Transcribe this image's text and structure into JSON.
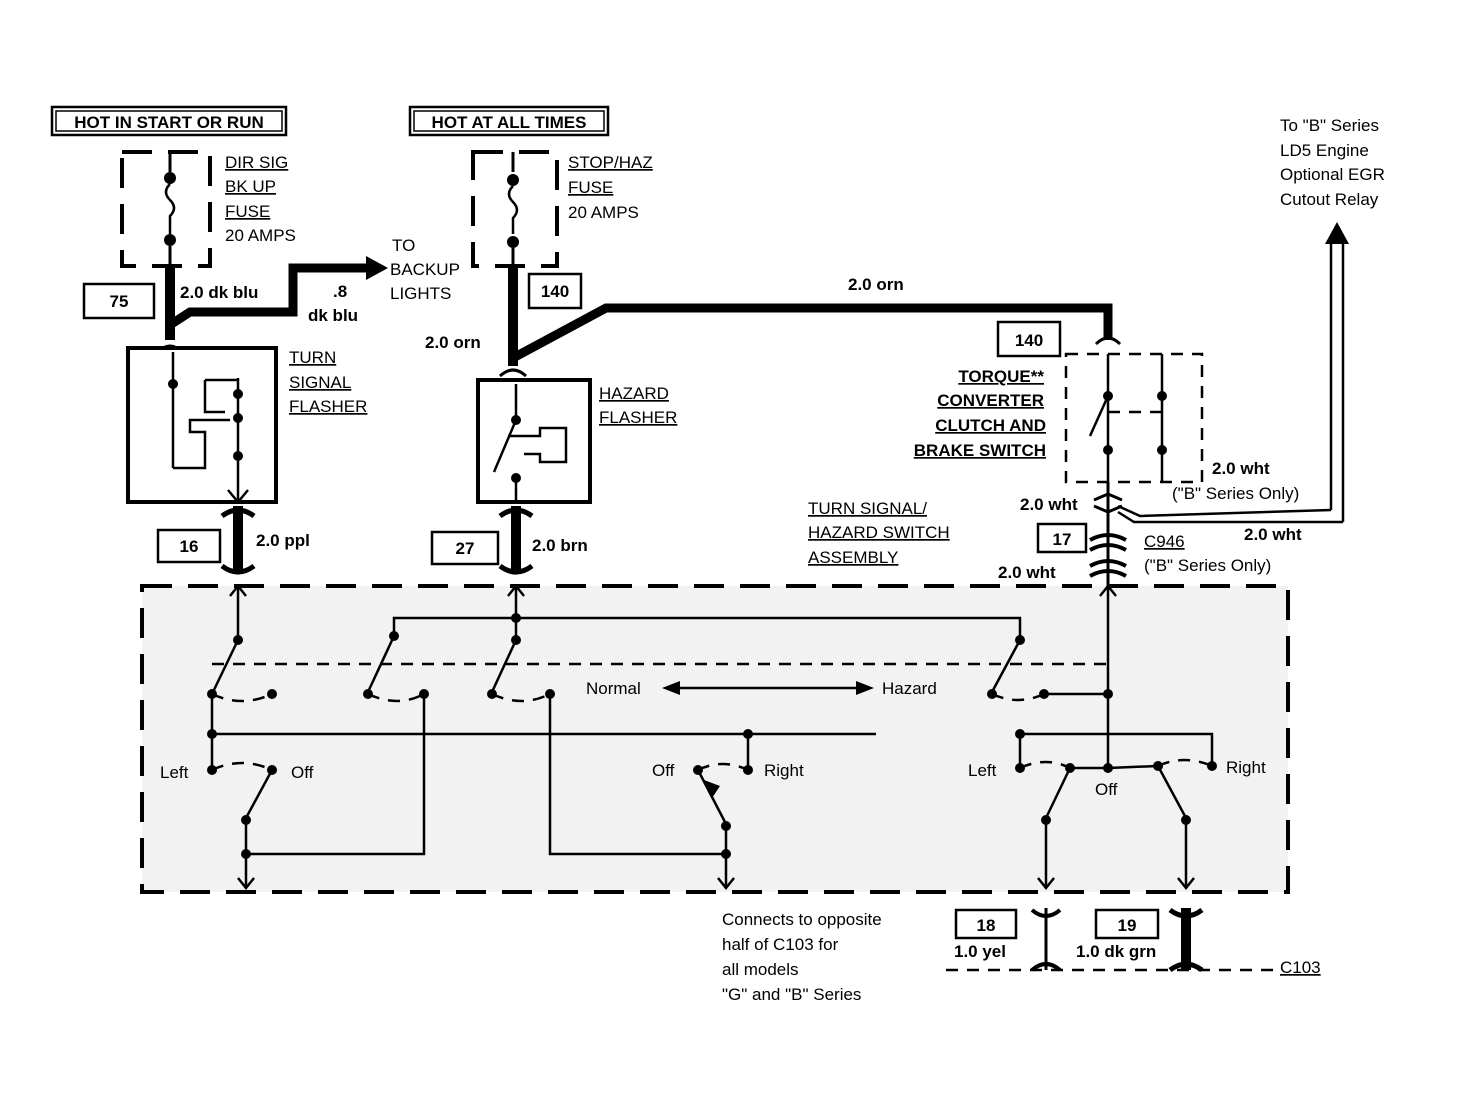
{
  "labels": {
    "hot_start_run": "HOT IN START OR RUN",
    "hot_all_times": "HOT AT ALL TIMES",
    "dir_sig_fuse": [
      "DIR SIG",
      "BK UP",
      "FUSE",
      "20 AMPS"
    ],
    "stop_haz_fuse": [
      "STOP/HAZ",
      "FUSE",
      "20 AMPS"
    ],
    "to_backup_lights": [
      "TO",
      "BACKUP",
      "LIGHTS"
    ],
    "to_b_series": [
      "To \"B\" Series",
      "LD5 Engine",
      "Optional EGR",
      "Cutout Relay"
    ],
    "turn_signal_flasher": [
      "TURN",
      "SIGNAL",
      "FLASHER"
    ],
    "hazard_flasher": [
      "HAZARD",
      "FLASHER"
    ],
    "torque_switch": [
      "TORQUE**",
      "CONVERTER",
      "CLUTCH AND",
      "BRAKE SWITCH"
    ],
    "switch_assembly": [
      "TURN SIGNAL/",
      "HAZARD SWITCH",
      "ASSEMBLY"
    ],
    "b_series_only": "(\"B\" Series Only)",
    "c946": "C946",
    "c103": "C103",
    "connects_note": [
      "Connects to opposite",
      "half of C103 for",
      "all models",
      "\"G\" and \"B\" Series"
    ],
    "normal": "Normal",
    "hazard": "Hazard",
    "left": "Left",
    "off": "Off",
    "right": "Right"
  },
  "circuits": {
    "c75": "75",
    "c140a": "140",
    "c140b": "140",
    "c16": "16",
    "c27": "27",
    "c17": "17",
    "c18": "18",
    "c19": "19"
  },
  "wires": {
    "dk_blu_20": "2.0 dk blu",
    "dk_blu_08_a": ".8",
    "dk_blu_08_b": "dk blu",
    "orn_left": "2.0 orn",
    "orn_top": "2.0 orn",
    "ppl": "2.0 ppl",
    "brn": "2.0 brn",
    "wht_a": "2.0 wht",
    "wht_b": "2.0 wht",
    "wht_c": "2.0 wht",
    "wht_d": "2.0 wht",
    "yel": "1.0 yel",
    "dk_grn": "1.0 dk grn"
  }
}
